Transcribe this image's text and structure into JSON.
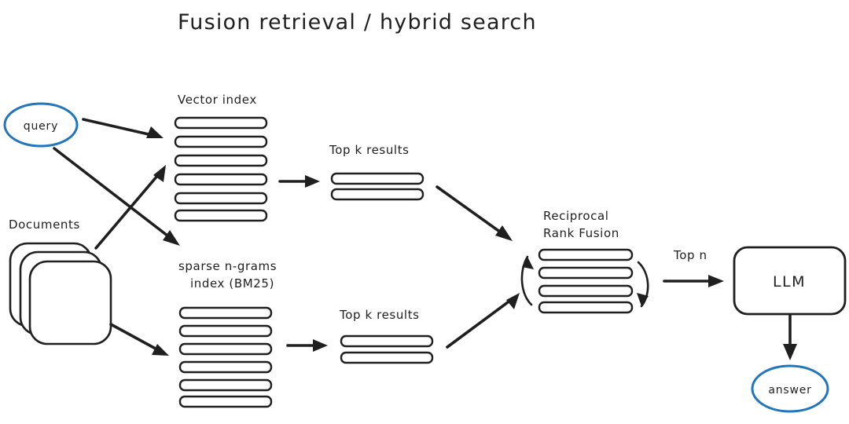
{
  "diagram": {
    "title": "Fusion retrieval / hybrid search",
    "colors": {
      "ink": "#1f1f1f",
      "accent_blue": "#2176bd",
      "background": "#ffffff"
    },
    "nodes": {
      "query": {
        "label": "query",
        "shape": "ellipse",
        "color": "#2176bd"
      },
      "documents": {
        "label": "Documents",
        "shape": "stacked-rects",
        "stack_count": 3
      },
      "vector_index": {
        "label": "Vector index",
        "shape": "bar-stack",
        "bar_count": 6
      },
      "sparse_index": {
        "label_line1": "sparse n-grams",
        "label_line2": "index (BM25)",
        "shape": "bar-stack",
        "bar_count": 6
      },
      "top_k_vector": {
        "label": "Top k results",
        "shape": "bar-stack",
        "bar_count": 2
      },
      "top_k_sparse": {
        "label": "Top k results",
        "shape": "bar-stack",
        "bar_count": 2
      },
      "rrf": {
        "label_line1": "Reciprocal",
        "label_line2": "Rank Fusion",
        "shape": "bar-stack",
        "bar_count": 4
      },
      "llm": {
        "label": "LLM",
        "shape": "rounded-rect"
      },
      "answer": {
        "label": "answer",
        "shape": "ellipse",
        "color": "#2176bd"
      }
    },
    "edge_labels": {
      "top_n": "Top n"
    }
  }
}
